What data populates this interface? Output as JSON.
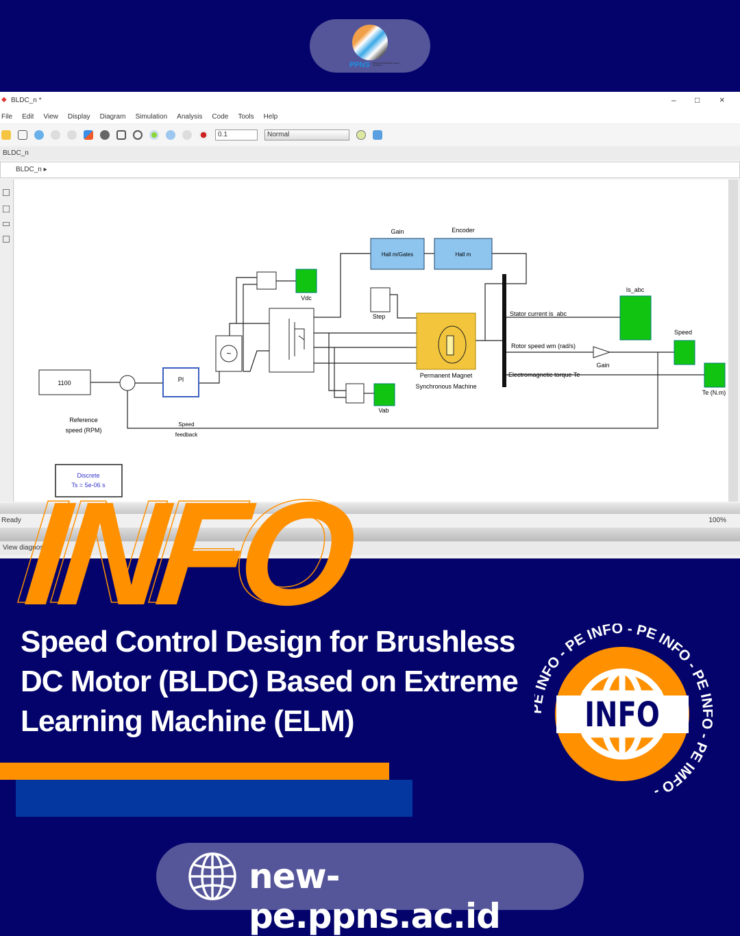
{
  "logo": {
    "name": "PPNS",
    "subtitle": "Politeknik Perkapalan Negeri Surabaya"
  },
  "window": {
    "title": "BLDC_n *",
    "controls": [
      "–",
      "□",
      "×"
    ],
    "menu": [
      "File",
      "Edit",
      "View",
      "Display",
      "Diagram",
      "Simulation",
      "Analysis",
      "Code",
      "Tools",
      "Help"
    ],
    "stop_time": "0.1",
    "sim_mode": "Normal",
    "model_tab": "BLDC_n",
    "breadcrumb": "BLDC_n ▸",
    "status_left": "Ready",
    "status_right": "100%",
    "status_bottom": "View diagnostics"
  },
  "diagram": {
    "constant": "1100",
    "ref_label_1": "Reference",
    "ref_label_2": "speed (RPM)",
    "controller": "PI",
    "feedback_1": "Speed",
    "feedback_2": "feedback",
    "gain_block": "Gain",
    "gain_in": "Hall  m/Gates",
    "encoder_block": "Encoder",
    "encoder_in": "Hall    m",
    "step": "Step",
    "motor_1": "Permanent Magnet",
    "motor_2": "Synchronous Machine",
    "bus_1": "Stator current is_abc",
    "bus_2": "Rotor speed wm (rad/s)",
    "bus_3": "Electromagnetic torque Te",
    "scope_top": "Is_abc",
    "scope_vdc": "Vdc",
    "scope_vab": "Vab",
    "gain2": "Gain",
    "scope_speed": "Speed",
    "scope_te": "Te (N.m)",
    "powergui_1": "Discrete",
    "powergui_2": "Ts = 5e-06 s"
  },
  "poster": {
    "headline": "INFO",
    "title_lines": [
      "Speed  Control  Design for Brushless",
      "DC Motor (BLDC) Based on Extreme",
      "Learning Machine (ELM)"
    ],
    "badge_center": "INFO",
    "badge_ring": "PE INFO - PE INFO - PE INFO - PE INFO - PE IMFO - ",
    "url": "new-pe.ppns.ac.id"
  },
  "colors": {
    "navy": "#03036b",
    "orange": "#ff9000",
    "blue": "#0437a0",
    "pill": "#55559a",
    "scope_green": "#11c411",
    "block_blue": "#8ec5ee",
    "motor_yellow": "#f2c53d"
  }
}
